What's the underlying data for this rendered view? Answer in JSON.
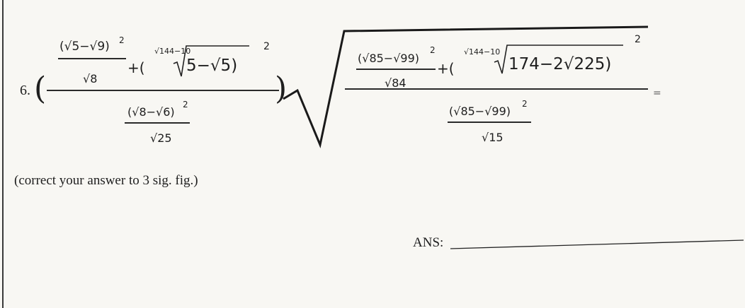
{
  "question": {
    "number": "6.",
    "open_paren": "(",
    "close_paren": ")",
    "equals": "=",
    "left_factor": {
      "upper": {
        "term1_num": "(√5−√9)",
        "term1_exp": "2",
        "term1_den": "√8",
        "plus": "+(",
        "root_index": "√144−10",
        "radicand": "5−√5)",
        "term2_exp": "2"
      },
      "lower": {
        "num": "(√8−√6)",
        "exp": "2",
        "den": "√25"
      }
    },
    "right_factor": {
      "upper": {
        "term1_num": "(√85−√99)",
        "term1_exp": "2",
        "term1_den": "√84",
        "plus": "+(",
        "root_index": "√144−10",
        "radicand": "174−2√225)",
        "term2_exp": "2"
      },
      "lower": {
        "num": "(√85−√99)",
        "exp": "2",
        "den": "√15"
      }
    }
  },
  "instruction": "(correct your answer to 3 sig. fig.)",
  "answer_label": "ANS:"
}
